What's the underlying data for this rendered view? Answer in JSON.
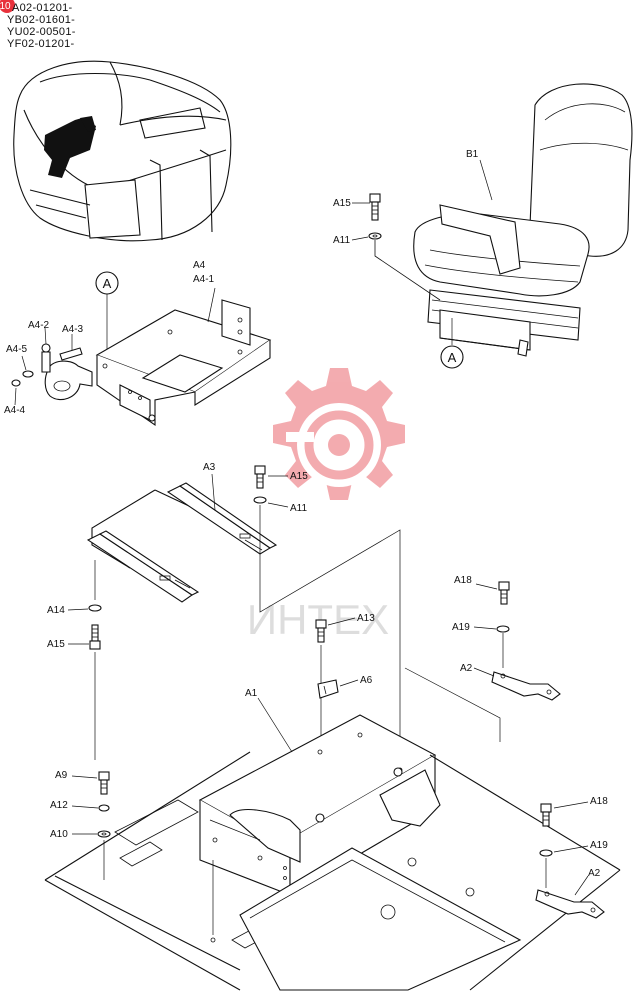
{
  "header": {
    "badge": "10",
    "model_codes": [
      "A02-01201-",
      "YB02-01601-",
      "YU02-00501-",
      "YF02-01201-"
    ]
  },
  "watermark": {
    "text": "ИНТЕХ",
    "color": "#e8323c"
  },
  "callouts": [
    {
      "id": "A",
      "label": "A"
    },
    {
      "id": "A-ref",
      "label": "A"
    }
  ],
  "parts": [
    {
      "key": "B1",
      "label": "B1"
    },
    {
      "key": "A15-top",
      "label": "A15"
    },
    {
      "key": "A11-top",
      "label": "A11"
    },
    {
      "key": "A4",
      "label": "A4"
    },
    {
      "key": "A4-1",
      "label": "A4-1"
    },
    {
      "key": "A4-2",
      "label": "A4-2"
    },
    {
      "key": "A4-3",
      "label": "A4-3"
    },
    {
      "key": "A4-5",
      "label": "A4-5"
    },
    {
      "key": "A4-4",
      "label": "A4-4"
    },
    {
      "key": "A3",
      "label": "A3"
    },
    {
      "key": "A15-mid",
      "label": "A15"
    },
    {
      "key": "A11-mid",
      "label": "A11"
    },
    {
      "key": "A14",
      "label": "A14"
    },
    {
      "key": "A15-left",
      "label": "A15"
    },
    {
      "key": "A13",
      "label": "A13"
    },
    {
      "key": "A18-top",
      "label": "A18"
    },
    {
      "key": "A19-top",
      "label": "A19"
    },
    {
      "key": "A2-top",
      "label": "A2"
    },
    {
      "key": "A6",
      "label": "A6"
    },
    {
      "key": "A1",
      "label": "A1"
    },
    {
      "key": "A9",
      "label": "A9"
    },
    {
      "key": "A12",
      "label": "A12"
    },
    {
      "key": "A10",
      "label": "A10"
    },
    {
      "key": "A18-bot",
      "label": "A18"
    },
    {
      "key": "A19-bot",
      "label": "A19"
    },
    {
      "key": "A2-bot",
      "label": "A2"
    }
  ]
}
